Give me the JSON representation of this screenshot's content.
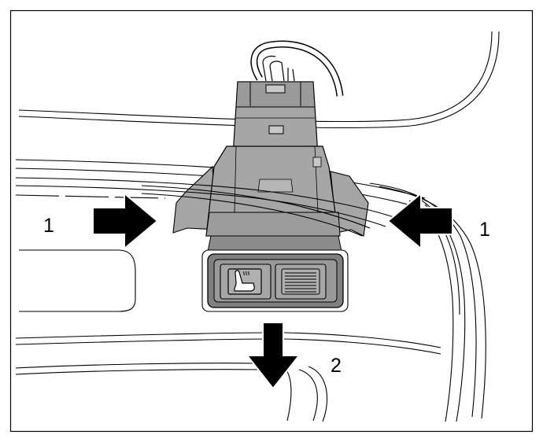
{
  "callouts": {
    "left": "1",
    "right": "1",
    "down": "2"
  },
  "colors": {
    "line": "#000000",
    "body": "#a6a6a6",
    "body_dark": "#8c8c8c",
    "background": "#ffffff"
  }
}
